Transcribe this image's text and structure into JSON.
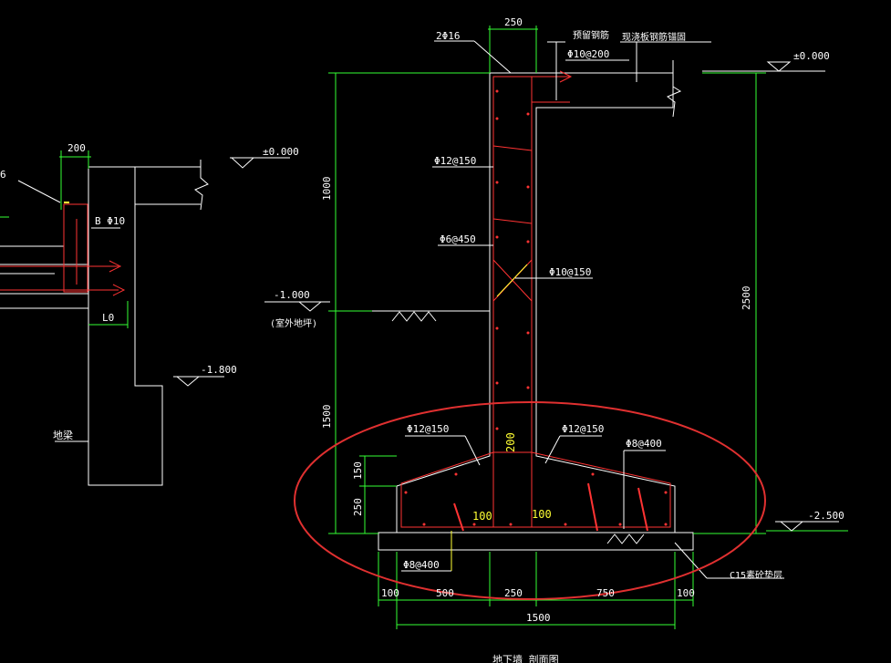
{
  "colors": {
    "background": "#000000",
    "outline": "#ffffff",
    "rebar": "#ff3333",
    "dimension": "#33ff33",
    "callout_ellipse": "#e03030",
    "highlight_text": "#ffff33"
  },
  "left_detail": {
    "dim_200": "200",
    "elev_0": "±0.000",
    "rebar_6": "6",
    "b_label": "B Φ10",
    "l0": "L0",
    "elev_180": "-1.800",
    "beam": "地梁"
  },
  "main": {
    "dim_top_250": "250",
    "bar_2phi16": "2Φ16",
    "top_note_1": "预留钢筋",
    "top_note_2": "现浇板钢筋锚固",
    "phi10_200": "Φ10@200",
    "elev_0": "±0.000",
    "phi12_150_wall": "Φ12@150",
    "phi6_450": "Φ6@450",
    "phi10_150": "Φ10@150",
    "elev_100": "-1.000",
    "outdoor_ground": "(室外地坪)",
    "dim_1000": "1000",
    "dim_1500_v": "1500",
    "dim_2500": "2500",
    "dim_150": "150",
    "dim_250_v": "250",
    "phi12_150_left": "Φ12@150",
    "phi12_150_right": "Φ12@150",
    "phi8_400_top": "Φ8@400",
    "phi8_400_bottom": "Φ8@400",
    "yellow_200": "200",
    "yellow_100_left": "100",
    "yellow_100_right": "100",
    "elev_2500": "-2.500",
    "c15": "C15素砼垫层",
    "dims_bottom": [
      "100",
      "500",
      "250",
      "750",
      "100"
    ],
    "dim_total": "1500",
    "title": "地下墙   剖面图"
  }
}
